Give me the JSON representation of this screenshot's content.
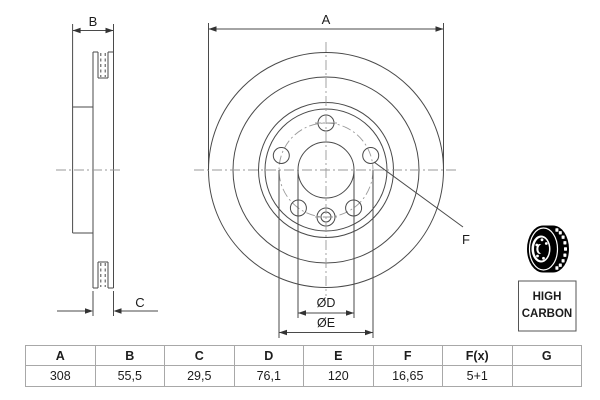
{
  "drawing": {
    "labels": {
      "a": "A",
      "b": "B",
      "c": "C",
      "d": "ØD",
      "e": "ØE",
      "f": "F"
    }
  },
  "badge": {
    "line1": "HIGH",
    "line2": "CARBON"
  },
  "table": {
    "headers": [
      "A",
      "B",
      "C",
      "D",
      "E",
      "F",
      "F(x)",
      "G"
    ],
    "values": [
      "308",
      "55,5",
      "29,5",
      "76,1",
      "120",
      "16,65",
      "5+1",
      ""
    ]
  },
  "colors": {
    "line": "#4a4a4a",
    "centerline": "#999999",
    "text": "#1c1c1c",
    "table_border": "#a8a8a8",
    "icon": "#000000",
    "background": "#ffffff"
  },
  "icons": {
    "brake_disc_icon": "brake-disc-3d"
  }
}
